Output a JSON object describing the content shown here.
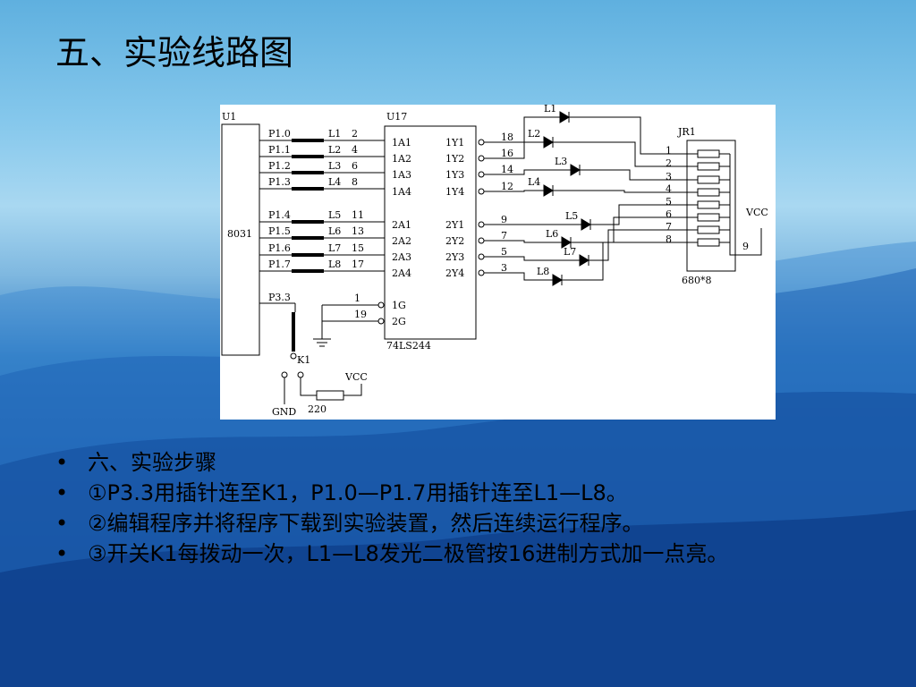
{
  "slide": {
    "title": "五、实验线路图",
    "bullets": [
      "六、实验步骤",
      "①P3.3用插针连至K1，P1.0—P1.7用插针连至L1—L8。",
      "②编辑程序并将程序下载到实验装置，然后连续运行程序。",
      "③开关K1每拨动一次，L1—L8发光二极管按16进制方式加一点亮。"
    ],
    "bullet_symbol": "•"
  },
  "diagram": {
    "u1": {
      "label": "U1",
      "name": "8031"
    },
    "p1_pins": [
      "P1.0",
      "P1.1",
      "P1.2",
      "P1.3",
      "P1.4",
      "P1.5",
      "P1.6",
      "P1.7"
    ],
    "p3_pin": "P3.3",
    "l_headers": [
      "L1",
      "L2",
      "L3",
      "L4",
      "L5",
      "L6",
      "L7",
      "L8"
    ],
    "l_header_pins": [
      "2",
      "4",
      "6",
      "8",
      "11",
      "13",
      "15",
      "17"
    ],
    "u17": {
      "label": "U17",
      "part": "74LS244"
    },
    "inputs": [
      "1A1",
      "1A2",
      "1A3",
      "1A4",
      "2A1",
      "2A2",
      "2A3",
      "2A4"
    ],
    "outputs": [
      "1Y1",
      "1Y2",
      "1Y3",
      "1Y4",
      "2Y1",
      "2Y2",
      "2Y3",
      "2Y4"
    ],
    "output_pins": [
      "18",
      "16",
      "14",
      "12",
      "9",
      "7",
      "5",
      "3"
    ],
    "enable": {
      "labels": [
        "1G",
        "2G"
      ],
      "pins": [
        "1",
        "19"
      ]
    },
    "leds": [
      "L1",
      "L2",
      "L3",
      "L4",
      "L5",
      "L6",
      "L7",
      "L8"
    ],
    "jr1": {
      "label": "JR1",
      "part": "680*8",
      "pins": [
        "1",
        "2",
        "3",
        "4",
        "5",
        "6",
        "7",
        "8"
      ],
      "common_pin": "9",
      "vcc": "VCC"
    },
    "switch": {
      "label": "K1",
      "gnd": "GND",
      "vcc": "VCC",
      "resistor": "220"
    },
    "colors": {
      "wire": "#000000",
      "panel": "#ffffff"
    }
  }
}
